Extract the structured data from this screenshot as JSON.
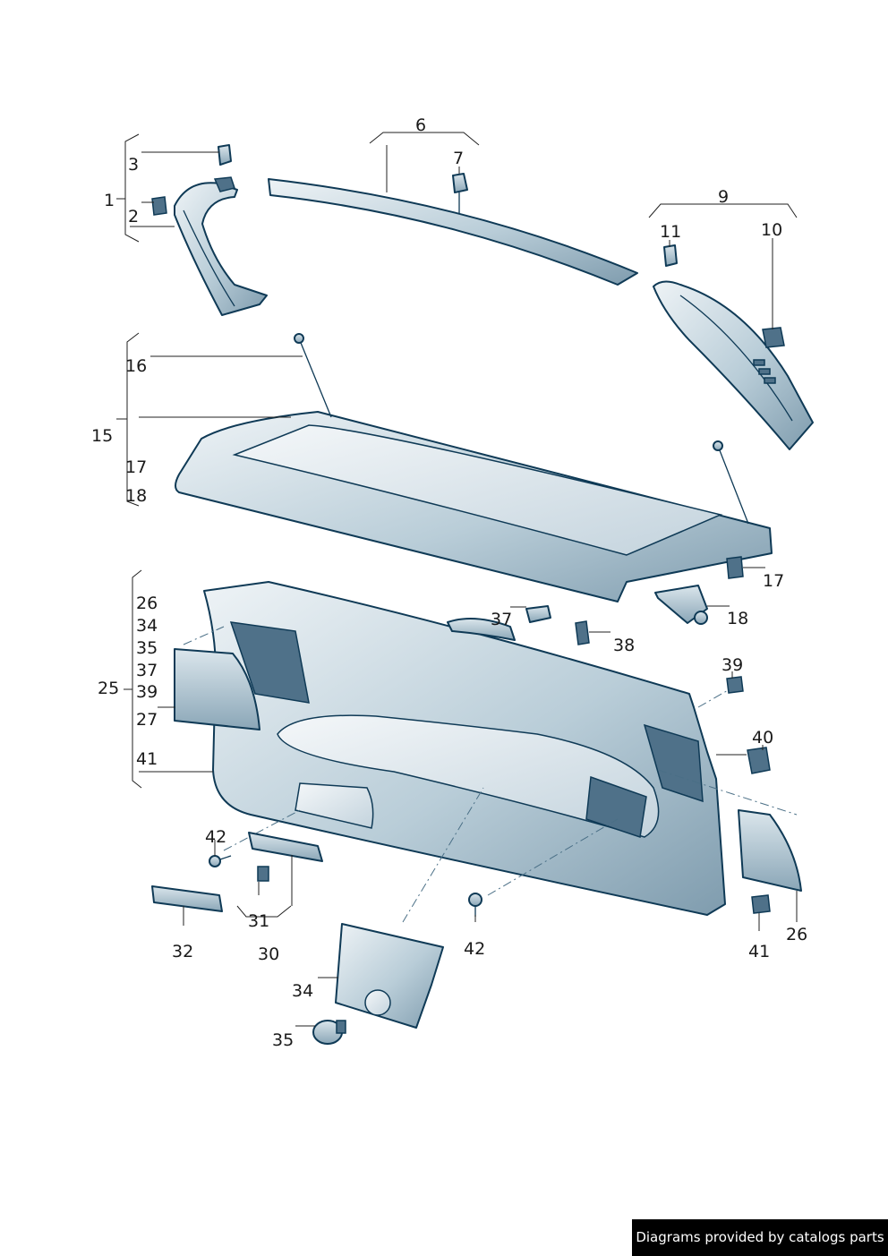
{
  "callouts": {
    "c1": "1",
    "c2": "2",
    "c3": "3",
    "c6": "6",
    "c7": "7",
    "c9": "9",
    "c10": "10",
    "c11": "11",
    "c15": "15",
    "c16": "16",
    "c17a": "17",
    "c18a": "18",
    "c17b": "17",
    "c18b": "18",
    "c25": "25",
    "c26a": "26",
    "c34a": "34",
    "c35a": "35",
    "c37a": "37",
    "c39a": "39",
    "c27": "27",
    "c41a": "41",
    "c37b": "37",
    "c38": "38",
    "c39b": "39",
    "c40": "40",
    "c42a": "42",
    "c31": "31",
    "c30": "30",
    "c32": "32",
    "c42b": "42",
    "c41b": "41",
    "c26b": "26",
    "c34b": "34",
    "c35b": "35"
  },
  "footer": {
    "text": "Diagrams provided by catalogs parts"
  },
  "colors": {
    "part_light": "#e3ecf1",
    "part_mid": "#a9bfcc",
    "outline": "#0f3a56",
    "footer_bg": "#000000"
  }
}
